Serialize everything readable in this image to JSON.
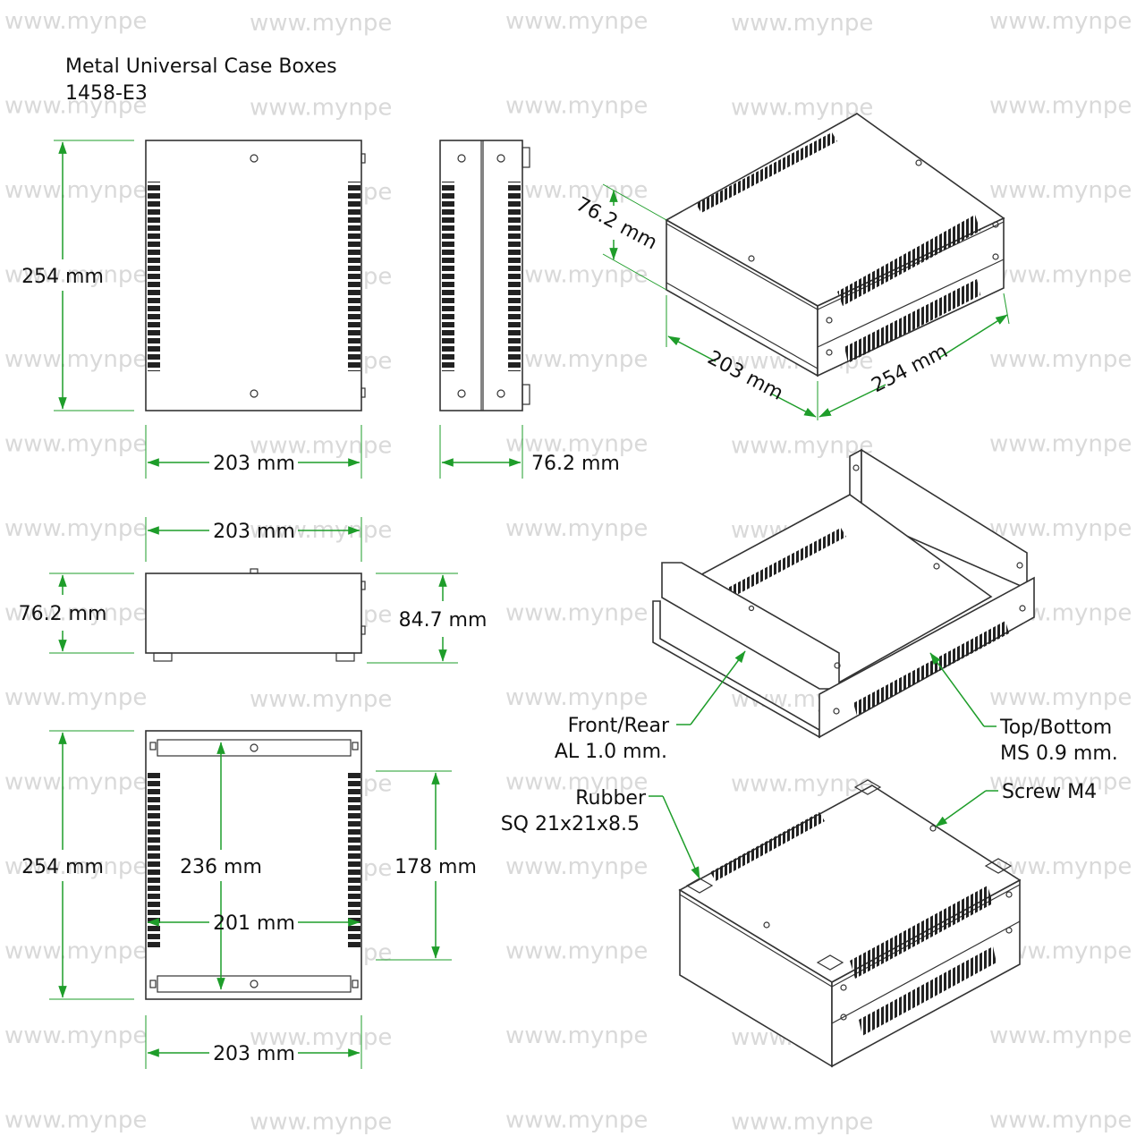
{
  "title": {
    "line1": "Metal Universal Case Boxes",
    "line2": "1458-E3"
  },
  "watermark": "www.mynpe",
  "colors": {
    "dimension": "#1e9d2a",
    "outline": "#333333"
  },
  "top_view": {
    "height": "254 mm",
    "width": "203 mm"
  },
  "side_view": {
    "depth": "76.2 mm"
  },
  "front_view": {
    "width": "203 mm",
    "height": "76.2 mm",
    "height_with_feet": "84.7 mm"
  },
  "inner_view": {
    "height": "254 mm",
    "inner_length": "236 mm",
    "inner_width": "201 mm",
    "span": "178 mm",
    "width": "203 mm"
  },
  "iso_view": {
    "height": "76.2 mm",
    "width": "203 mm",
    "depth": "254 mm"
  },
  "exploded_view": {
    "front_rear": "Front/Rear",
    "front_rear_material": "AL 1.0 mm.",
    "top_bottom": "Top/Bottom",
    "top_bottom_material": "MS 0.9 mm."
  },
  "bottom_iso_view": {
    "rubber": "Rubber",
    "rubber_size": "SQ 21x21x8.5",
    "screw": "Screw M4"
  }
}
